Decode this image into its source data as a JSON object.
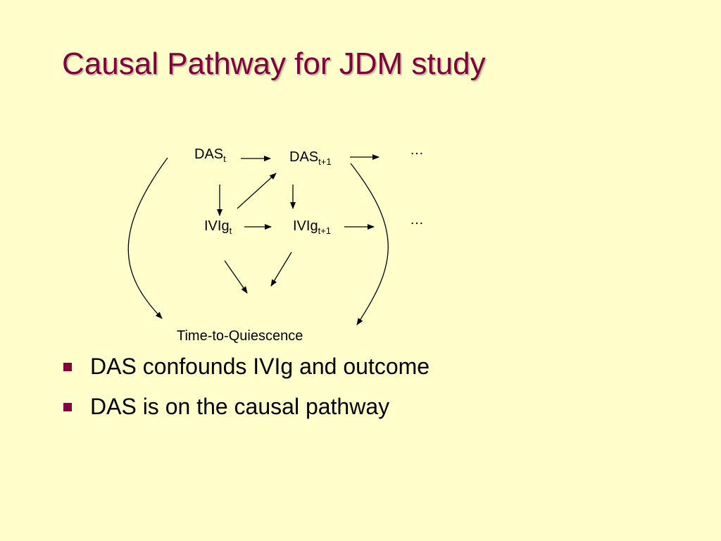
{
  "slide": {
    "title": "Causal Pathway for JDM study"
  },
  "diagram": {
    "das_t": {
      "base": "DAS",
      "sub": "t"
    },
    "das_t1": {
      "base": "DAS",
      "sub": "t+1"
    },
    "ivig_t": {
      "base": "IVIg",
      "sub": "t"
    },
    "ivig_t1": {
      "base": "IVIg",
      "sub": "t+1"
    },
    "ellipsis_top": "…",
    "ellipsis_bottom": "…",
    "outcome": "Time-to-Quiescence"
  },
  "bullets": [
    {
      "text": "DAS confounds IVIg and outcome"
    },
    {
      "text": "DAS is on the causal pathway"
    }
  ],
  "colors": {
    "background": "#ffffcc",
    "title": "#800040",
    "bullet": "#800040"
  }
}
